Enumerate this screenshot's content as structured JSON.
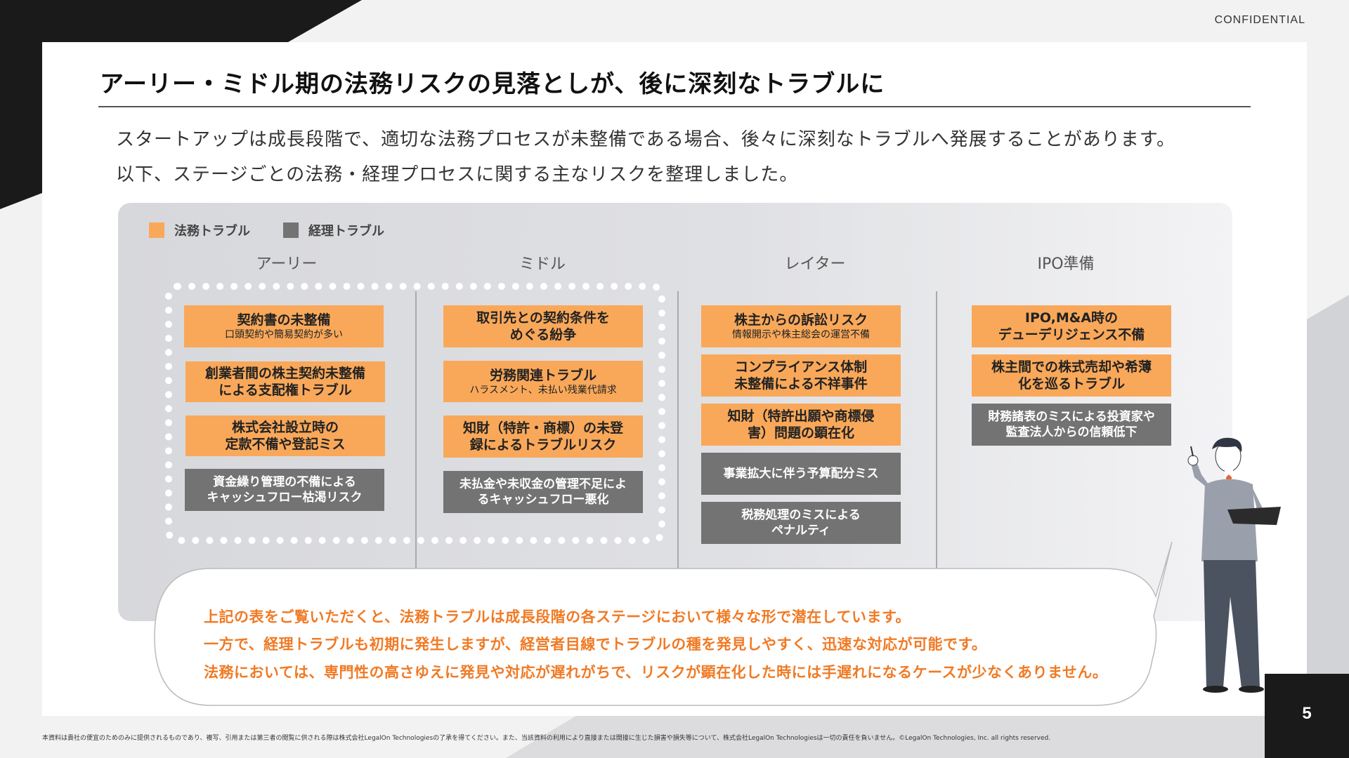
{
  "header": {
    "confidential": "CONFIDENTIAL"
  },
  "title": "アーリー・ミドル期の法務リスクの見落としが、後に深刻なトラブルに",
  "intro": [
    "スタートアップは成長段階で、適切な法務プロセスが未整備である場合、後々に深刻なトラブルへ発展することがあります。",
    "以下、ステージごとの法務・経理プロセスに関する主なリスクを整理しました。"
  ],
  "legend": {
    "legal": "法務トラブル",
    "accounting": "経理トラブル"
  },
  "colors": {
    "legal": "#f9a85a",
    "accounting": "#737373",
    "accent_text": "#f07a24"
  },
  "stages": [
    {
      "label": "アーリー",
      "items": [
        {
          "type": "legal",
          "title": "契約書の未整備",
          "sub": "口頭契約や簡易契約が多い"
        },
        {
          "type": "legal",
          "title": "創業者間の株主契約未整備\nによる支配権トラブル",
          "sub": ""
        },
        {
          "type": "legal",
          "title": "株式会社設立時の\n定款不備や登記ミス",
          "sub": ""
        },
        {
          "type": "accounting",
          "title": "資金繰り管理の不備による\nキャッシュフロー枯渇リスク",
          "sub": ""
        }
      ]
    },
    {
      "label": "ミドル",
      "items": [
        {
          "type": "legal",
          "title": "取引先との契約条件を\nめぐる紛争",
          "sub": ""
        },
        {
          "type": "legal",
          "title": "労務関連トラブル",
          "sub": "ハラスメント、未払い残業代請求"
        },
        {
          "type": "legal",
          "title": "知財（特許・商標）の未登\n録によるトラブルリスク",
          "sub": ""
        },
        {
          "type": "accounting",
          "title": "未払金や未収金の管理不足によ\nるキャッシュフロー悪化",
          "sub": ""
        }
      ]
    },
    {
      "label": "レイター",
      "items": [
        {
          "type": "legal",
          "title": "株主からの訴訟リスク",
          "sub": "情報開示や株主総会の運営不備"
        },
        {
          "type": "legal",
          "title": "コンプライアンス体制\n未整備による不祥事件",
          "sub": ""
        },
        {
          "type": "legal",
          "title": "知財（特許出願や商標侵\n害）問題の顕在化",
          "sub": ""
        },
        {
          "type": "accounting",
          "title": "事業拡大に伴う予算配分ミス",
          "sub": ""
        },
        {
          "type": "accounting",
          "title": "税務処理のミスによる\nペナルティ",
          "sub": ""
        }
      ]
    },
    {
      "label": "IPO準備",
      "items": [
        {
          "type": "legal",
          "title": "IPO,M&A時の\nデューデリジェンス不備",
          "sub": ""
        },
        {
          "type": "legal",
          "title": "株主間での株式売却や希薄\n化を巡るトラブル",
          "sub": ""
        },
        {
          "type": "accounting",
          "title": "財務諸表のミスによる投資家や\n監査法人からの信頼低下",
          "sub": ""
        }
      ]
    }
  ],
  "bubble": [
    "上記の表をご覧いただくと、法務トラブルは成長段階の各ステージにおいて様々な形で潜在しています。",
    "一方で、経理トラブルも初期に発生しますが、経営者目線でトラブルの種を発見しやすく、迅速な対応が可能です。",
    "法務においては、専門性の高さゆえに発見や対応が遅れがちで、リスクが顕在化した時には手遅れになるケースが少なくありません。"
  ],
  "page_number": "5",
  "footer": "本資料は貴社の便宜のためのみに提供されるものであり、複写、引用または第三者の閲覧に供される際は株式会社LegalOn Technologiesの了承を得てください。また、当該資料の利用により直接または間接に生じた損害や損失等について、株式会社LegalOn Technologiesは一切の責任を負いません。©LegalOn Technologies, Inc. all rights reserved."
}
